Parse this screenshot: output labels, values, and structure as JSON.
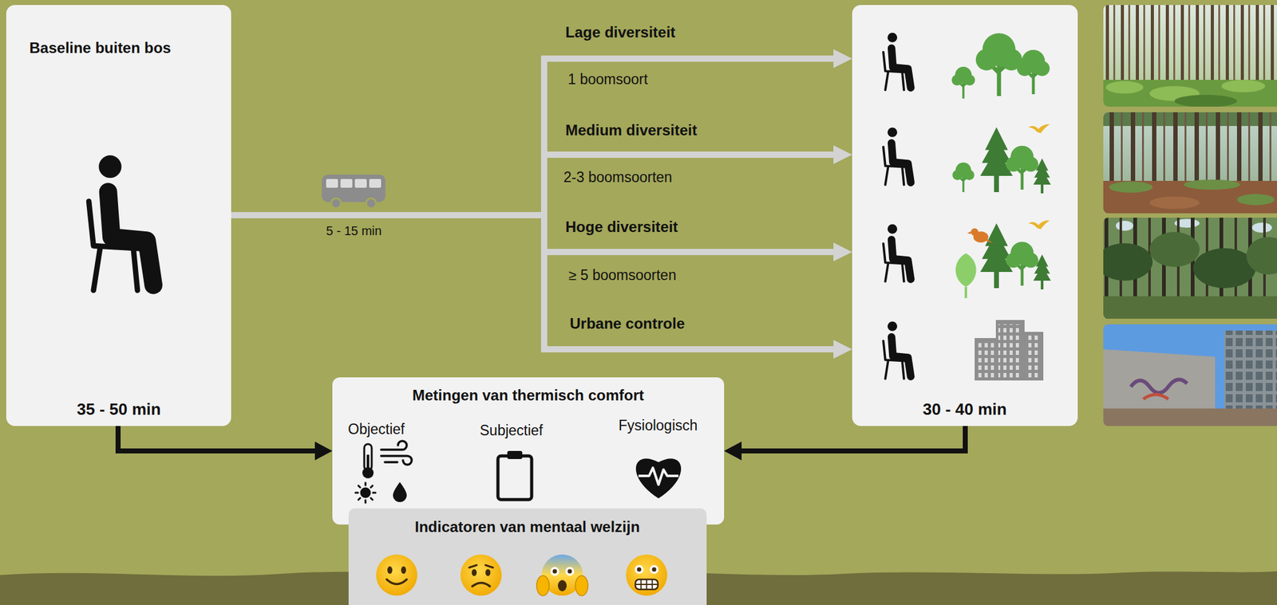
{
  "diagram": {
    "nodes": [
      {
        "text": [
          "Baseline buiten bos",
          "35 - 50 min"
        ]
      },
      {
        "text": [
          "30 - 40 min"
        ]
      },
      {
        "text": [
          "Metingen van thermisch comfort",
          "Objectief",
          "Subjectief",
          "Fysiologisch"
        ]
      },
      {
        "text": [
          "Indicatoren van mentaal welzijn"
        ]
      }
    ],
    "edges": [
      {
        "from": 0,
        "to": 1,
        "arrow": "to",
        "label": "5 - 15 min"
      },
      {
        "from": 0,
        "to": 2,
        "arrow": "to"
      },
      {
        "from": 1,
        "to": 2,
        "arrow": "to"
      }
    ],
    "labels": [
      "Lage diversiteit",
      "1 boomsoort",
      "Medium diversiteit",
      "2-3 boomsoorten",
      "Hoge diversiteit",
      "≥ 5 boomsoorten",
      "Urbane controle"
    ]
  }
}
